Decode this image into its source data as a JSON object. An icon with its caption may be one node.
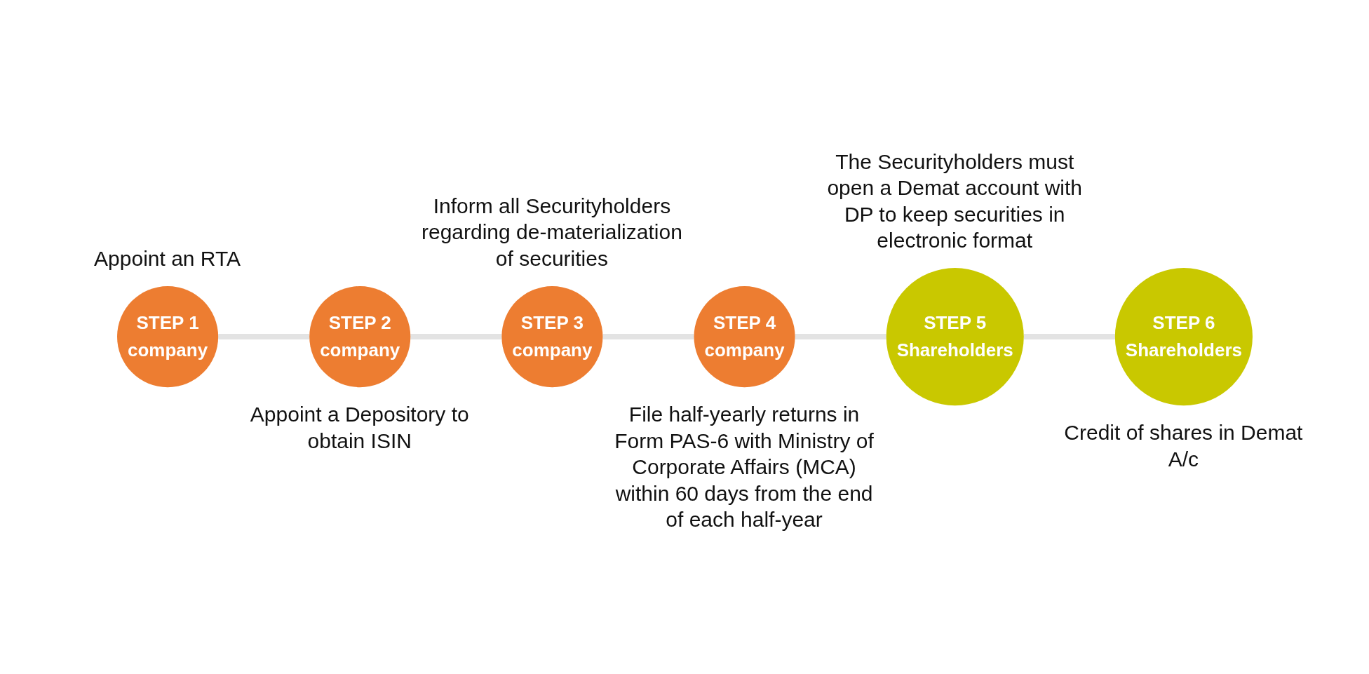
{
  "diagram": {
    "nodes": [
      {
        "text": [
          "STEP 1",
          "company"
        ],
        "beside": [
          "Appoint an RTA"
        ]
      },
      {
        "text": [
          "STEP 2",
          "company"
        ],
        "beside": [
          "Appoint a Depository to obtain ISIN"
        ]
      },
      {
        "text": [
          "STEP 3",
          "company"
        ],
        "beside": [
          "Inform all Securityholders regarding de-materialization of securities"
        ]
      },
      {
        "text": [
          "STEP 4",
          "company"
        ],
        "beside": [
          "File half-yearly returns in Form PAS-6 with Ministry of Corporate Affairs (MCA) within 60 days from the end of each half-year"
        ]
      },
      {
        "text": [
          "STEP 5",
          "Shareholders"
        ],
        "beside": [
          "The Securityholders must open a Demat account with DP to keep securities in electronic format"
        ]
      },
      {
        "text": [
          "STEP 6",
          "Shareholders"
        ],
        "beside": [
          "Credit of shares in Demat A/c"
        ]
      }
    ],
    "edges": [
      {
        "from": 0,
        "to": 1,
        "arrow": "none"
      },
      {
        "from": 1,
        "to": 2,
        "arrow": "none"
      },
      {
        "from": 2,
        "to": 3,
        "arrow": "none"
      },
      {
        "from": 3,
        "to": 4,
        "arrow": "none"
      },
      {
        "from": 4,
        "to": 5,
        "arrow": "none"
      }
    ]
  }
}
